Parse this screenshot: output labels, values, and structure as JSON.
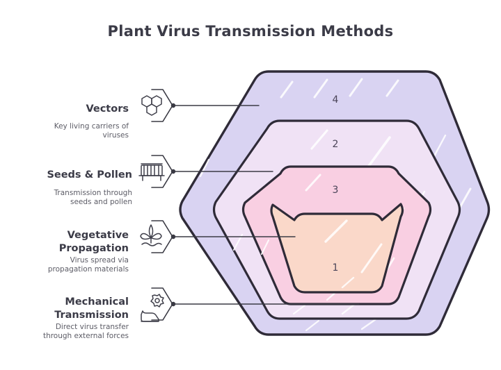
{
  "title": "Plant Virus Transmission Methods",
  "items": [
    {
      "label": "Vectors",
      "description_line1": "Key living carriers of",
      "description_line2": "viruses",
      "icon": "hexagon-molecule-icon",
      "number": "4"
    },
    {
      "label": "Seeds & Pollen",
      "description_line1": "Transmission through",
      "description_line2": "seeds and pollen",
      "icon": "seed-tray-icon",
      "number": "2"
    },
    {
      "label_line1": "Vegetative",
      "label_line2": "Propagation",
      "description_line1": "Virus spread via",
      "description_line2": "propagation materials",
      "icon": "sprout-icon",
      "number": "3"
    },
    {
      "label_line1": "Mechanical",
      "label_line2": "Transmission",
      "description_line1": "Direct virus transfer",
      "description_line2": "through external forces",
      "icon": "gear-boot-icon",
      "number": "1"
    }
  ],
  "hexagons": [
    {
      "number": "4",
      "fill": "#d9d3f2"
    },
    {
      "number": "2",
      "fill": "#f0e2f5"
    },
    {
      "number": "3",
      "fill": "#f9cfe2"
    },
    {
      "number": "1",
      "fill": "#fad8c9"
    }
  ],
  "colors": {
    "outline": "#2f2b38",
    "text": "#3b3b47",
    "muted_text": "#5c5c66",
    "number_text": "#4a4458",
    "background": "#ffffff"
  }
}
